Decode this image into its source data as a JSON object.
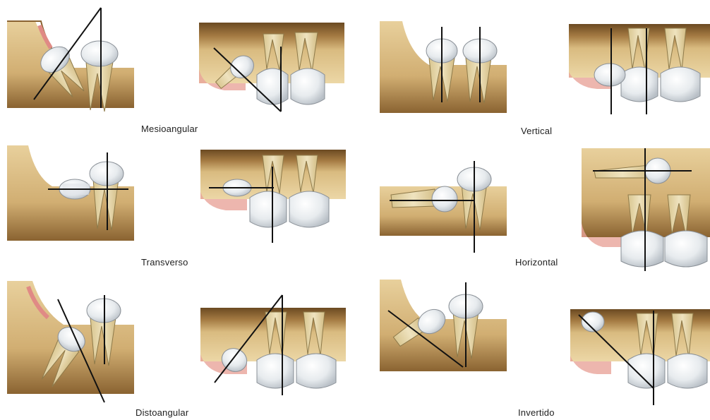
{
  "classifications": [
    {
      "id": "mesioangular",
      "label": "Mesioangular"
    },
    {
      "id": "vertical",
      "label": "Vertical"
    },
    {
      "id": "transverso",
      "label": "Transverso"
    },
    {
      "id": "horizontal",
      "label": "Horizontal"
    },
    {
      "id": "distoangular",
      "label": "Distoangular"
    },
    {
      "id": "invertido",
      "label": "Invertido"
    }
  ],
  "colors": {
    "bone_light": "#e6cd97",
    "bone_mid": "#c9a466",
    "bone_dark": "#6e4e26",
    "gum": "#e8a49a",
    "tooth_root": "#e5d6a9",
    "tooth_crown": "#eceff2",
    "guide_line": "#111111"
  }
}
